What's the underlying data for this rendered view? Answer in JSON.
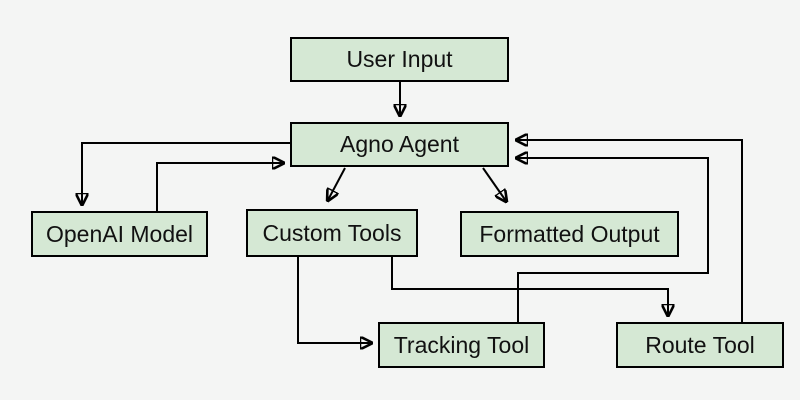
{
  "diagram": {
    "type": "flowchart",
    "background": "#f4f5f4",
    "node_fill": "#d5e8d4",
    "node_border": "#000000",
    "arrow_color": "#000000",
    "nodes": [
      {
        "id": "user-input",
        "label": "User Input"
      },
      {
        "id": "agno-agent",
        "label": "Agno Agent"
      },
      {
        "id": "openai-model",
        "label": "OpenAI Model"
      },
      {
        "id": "custom-tools",
        "label": "Custom Tools"
      },
      {
        "id": "formatted-output",
        "label": "Formatted Output"
      },
      {
        "id": "tracking-tool",
        "label": "Tracking Tool"
      },
      {
        "id": "route-tool",
        "label": "Route Tool"
      }
    ],
    "edges": [
      {
        "from": "user-input",
        "to": "agno-agent"
      },
      {
        "from": "agno-agent",
        "to": "openai-model"
      },
      {
        "from": "openai-model",
        "to": "agno-agent"
      },
      {
        "from": "agno-agent",
        "to": "custom-tools"
      },
      {
        "from": "agno-agent",
        "to": "formatted-output"
      },
      {
        "from": "custom-tools",
        "to": "tracking-tool"
      },
      {
        "from": "custom-tools",
        "to": "route-tool"
      },
      {
        "from": "tracking-tool",
        "to": "agno-agent"
      },
      {
        "from": "route-tool",
        "to": "agno-agent"
      }
    ]
  }
}
